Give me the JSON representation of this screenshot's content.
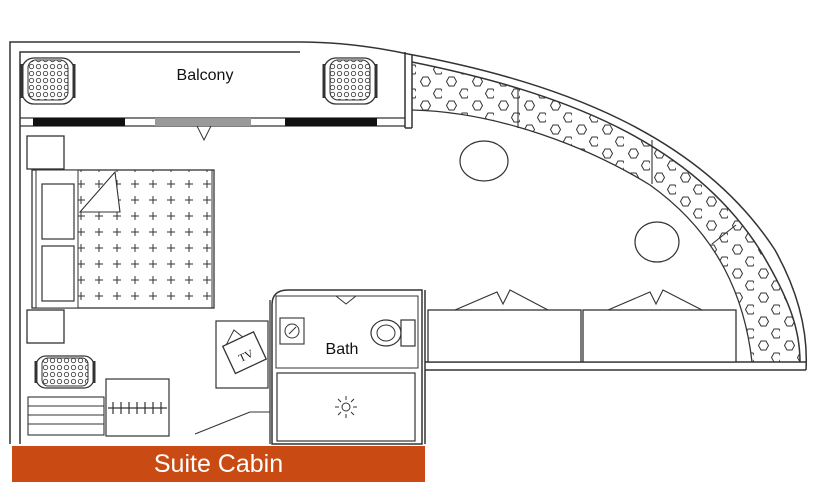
{
  "plan": {
    "balcony_label": "Balcony",
    "bath_label": "Bath",
    "tv_label": "TV",
    "title": "Suite Cabin",
    "colors": {
      "banner": "#c94a12",
      "line": "#333333",
      "furniture_fill": "#ffffff",
      "banner_text": "#ffffff"
    }
  }
}
